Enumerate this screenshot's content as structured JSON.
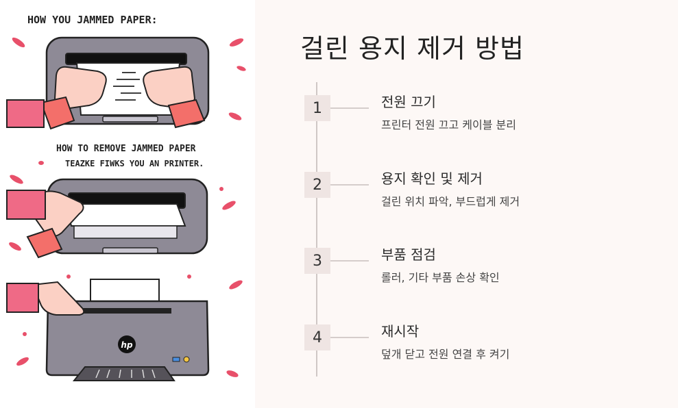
{
  "illustration": {
    "caption_top": "HOW YOU JAMMED PAPER:",
    "caption_mid_1": "HOW TO REMOVE JAMMED PAPER",
    "caption_mid_2": "TEAZKE FIWKS YOU AN PRINTER.",
    "brand_logo": "hp",
    "colors": {
      "printer": "#8e8a96",
      "sleeve": "#f36f6a",
      "confetti": "#e8506a"
    }
  },
  "panel": {
    "title": "걸린 용지 제거 방법",
    "steps": [
      {
        "number": "1",
        "title": "전원 끄기",
        "desc": "프린터 전원 끄고 케이블 분리"
      },
      {
        "number": "2",
        "title": "용지 확인 및 제거",
        "desc": "걸린 위치 파악, 부드럽게 제거"
      },
      {
        "number": "3",
        "title": "부품 점검",
        "desc": "롤러, 기타 부품 손상 확인"
      },
      {
        "number": "4",
        "title": "재시작",
        "desc": "덮개 닫고 전원 연결 후 켜기"
      }
    ]
  }
}
